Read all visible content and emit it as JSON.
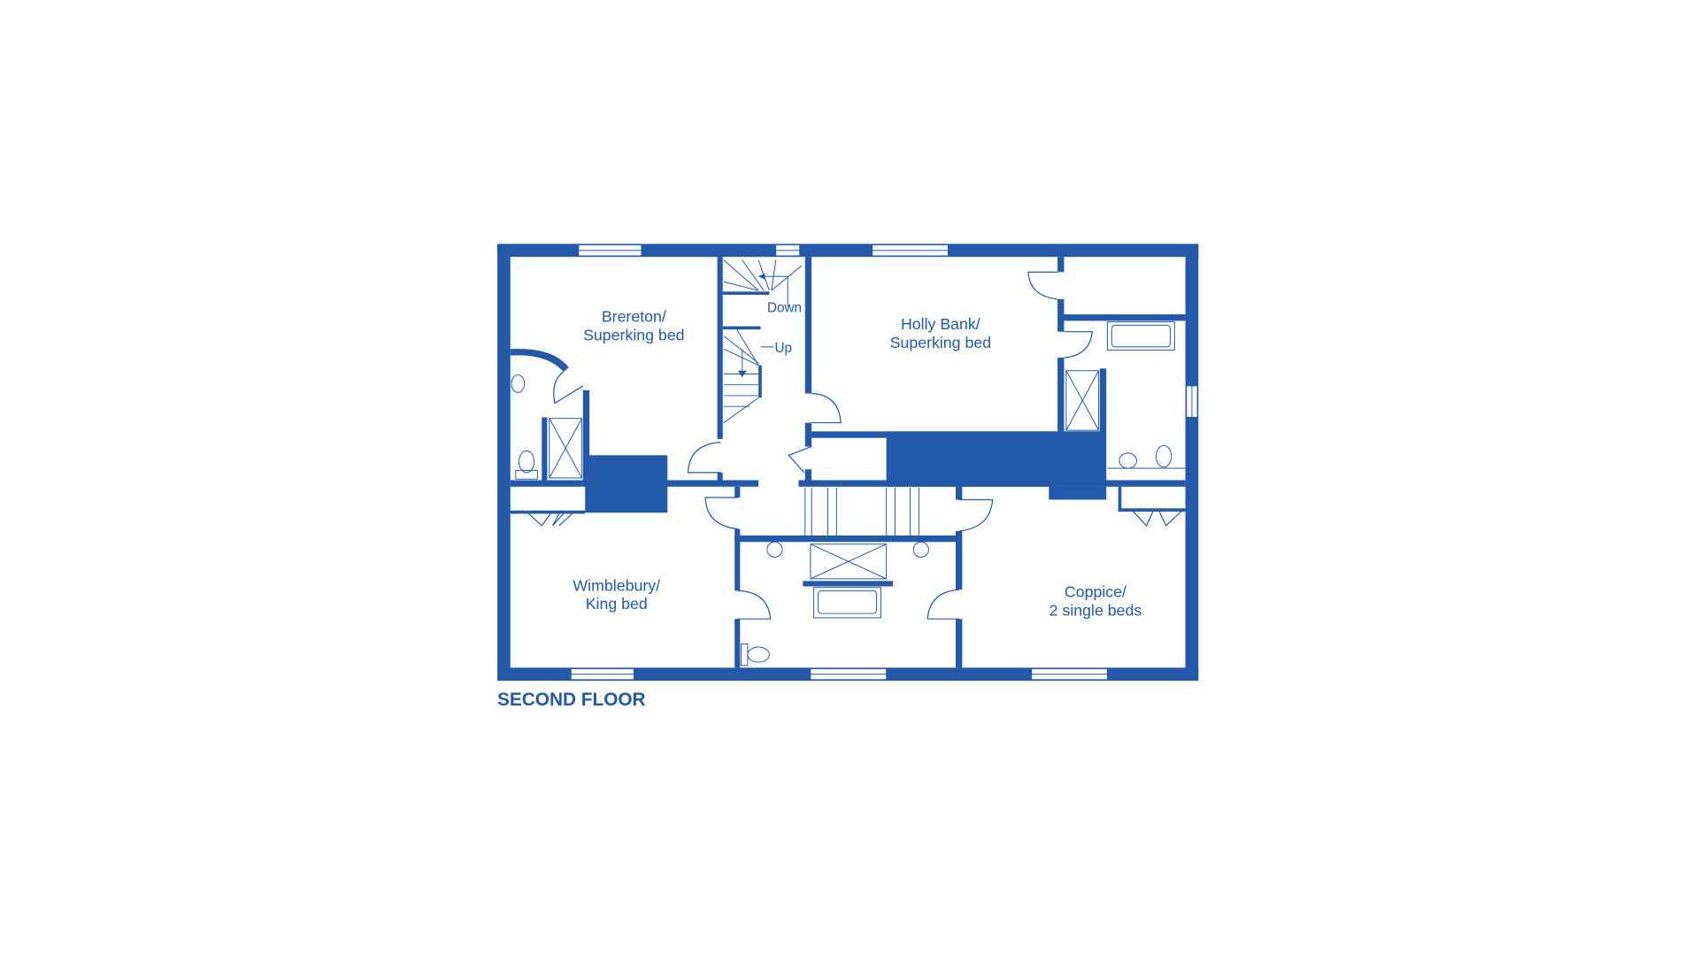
{
  "floor_title": "SECOND FLOOR",
  "colors": {
    "wall": "#2359a8",
    "background": "#ffffff"
  },
  "rooms": [
    {
      "name": "brereton",
      "line1": "Brereton/",
      "line2": "Superking bed"
    },
    {
      "name": "holly-bank",
      "line1": "Holly Bank/",
      "line2": "Superking bed"
    },
    {
      "name": "wimblebury",
      "line1": "Wimblebury/",
      "line2": "King bed"
    },
    {
      "name": "coppice",
      "line1": "Coppice/",
      "line2": "2 single beds"
    }
  ],
  "stairs": {
    "down_label": "Down",
    "up_label": "Up"
  }
}
